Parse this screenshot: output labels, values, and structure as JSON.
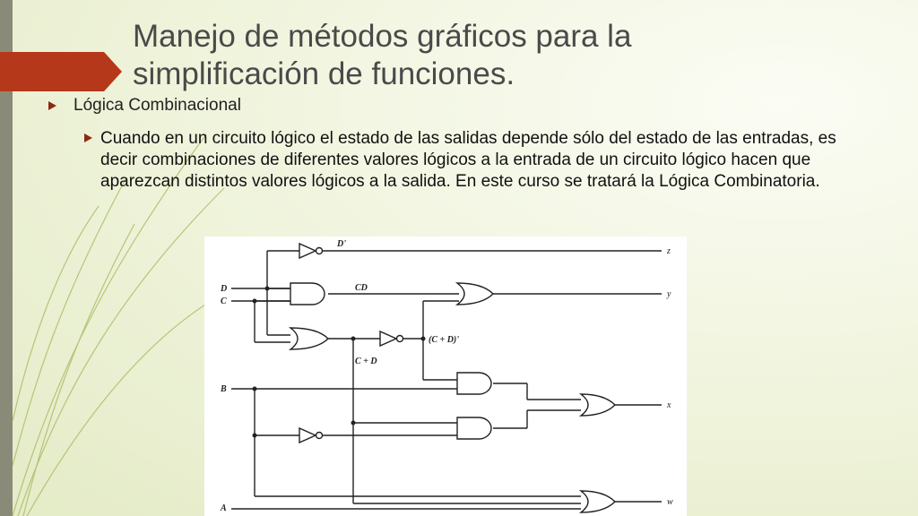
{
  "slide": {
    "title_line1": "Manejo de métodos gráficos para la",
    "title_line2": "simplificación de funciones.",
    "bullet1": "Lógica Combinacional",
    "bullet2": "Cuando en un circuito lógico el estado de las salidas depende sólo del estado de las entradas, es decir combinaciones de diferentes valores lógicos a la entrada de un circuito lógico hacen que aparezcan distintos valores lógicos a la salida. En este curso se tratará la Lógica Combinatoria."
  },
  "circuit": {
    "label_dprime": "D'",
    "label_cd": "CD",
    "label_cpd": "C + D",
    "label_cpdprime": "(C + D)'",
    "input_d": "D",
    "input_c": "C",
    "input_b": "B",
    "input_a": "A",
    "out_z": "z",
    "out_y": "y",
    "out_x": "x",
    "out_w": "w"
  },
  "colors": {
    "accent": "#b5381a",
    "title": "#4a4a4a",
    "sidebar": "#8a8a78",
    "decor_lines": "#9aaa4a"
  }
}
